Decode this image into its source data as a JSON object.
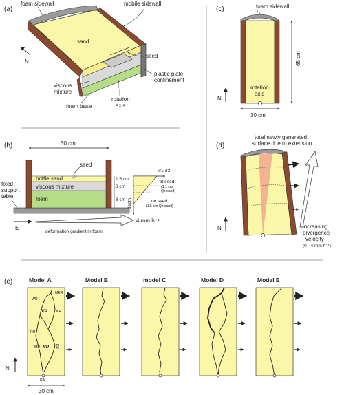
{
  "panels": {
    "a": {
      "tag": "(a)",
      "labels": {
        "foam_sidewall": "foam sidewall",
        "mobile_sidewall": "mobile sidewall",
        "sand": "sand",
        "seed": "seed",
        "plastic_plate": "plastic plate",
        "confinement": "confinement",
        "viscous": "viscous",
        "mixture": "mixture",
        "foam_base": "foam base",
        "rotation": "rotation",
        "axis": "axis",
        "north": "N"
      }
    },
    "b": {
      "tag": "(b)",
      "labels": {
        "width": "30 cm",
        "seed": "seed",
        "brittle_sand": "brittle sand",
        "viscous_mixture": "viscous mixture",
        "foam": "foam",
        "fixed": "fixed",
        "support": "support",
        "table": "table",
        "h1": "1.5 cm",
        "h2": "3 cm",
        "h3": "8 cm",
        "stress": "σ1-σ3",
        "depth": "depth",
        "at_seed": "at seed",
        "at_seed_sub1": "(1.1 cm",
        "at_seed_sub2": "Qz sand)",
        "no_seed": "no seed",
        "no_seed_sub": "(1.5 cm Qz sand)",
        "east": "E",
        "velocity": "4 mm h⁻¹",
        "gradient": "deformation gradient in foam"
      }
    },
    "c": {
      "tag": "(c)",
      "labels": {
        "foam_sidewall": "foam sidewall",
        "length": "65 cm",
        "rotation": "rotation",
        "axis": "axis",
        "width": "30 cm",
        "north": "N"
      }
    },
    "d": {
      "tag": "(d)",
      "labels": {
        "total1": "total newly generated",
        "total2": "surface due to extension",
        "inc1": "increasing",
        "inc2": "divergence",
        "inc3": "velocity",
        "inc4": "(0 - 4 mm h⁻¹)",
        "north": "N"
      }
    },
    "e": {
      "tag": "(e)",
      "models": [
        "Model A",
        "Model B",
        "model C",
        "Model D",
        "Model E"
      ],
      "labels": {
        "wr": "WR",
        "mer": "MER",
        "vp": "VP",
        "kr": "KR",
        "rr": "RR",
        "mr": "MR",
        "rp": "RP",
        "dz": "DZ",
        "ra": "RA",
        "width": "30 cm",
        "north": "N"
      }
    }
  },
  "colors": {
    "sand": "#fbf7a8",
    "viscous": "#d9d9d9",
    "foam": "#b5dd88",
    "wall": "#8b4a2e",
    "grey": "#9a9a9a",
    "extension": "#f2b392"
  }
}
